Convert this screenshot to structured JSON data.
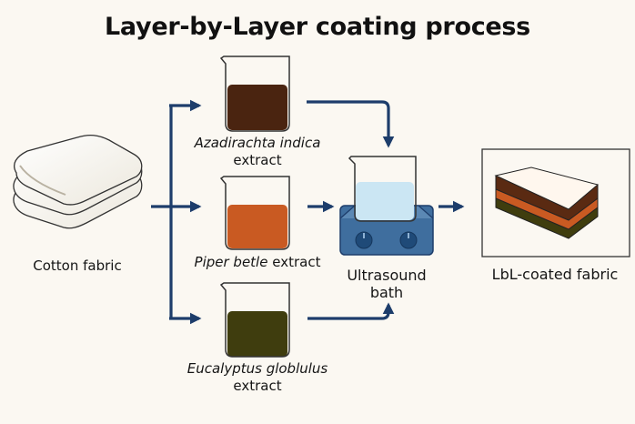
{
  "title": "Layer-by-Layer coating process",
  "nodes": {
    "cotton": {
      "label": "Cotton fabric",
      "icon": "folded-fabric-stack-icon"
    },
    "azadirachta": {
      "name": "Azadirachta indica",
      "suffix": "extract",
      "icon": "beaker-icon",
      "liquid_color": "#4a2410"
    },
    "piper": {
      "name": "Piper betle",
      "suffix": "extract",
      "icon": "beaker-icon",
      "liquid_color": "#c95a22"
    },
    "eucalyptus": {
      "name": "Eucalyptus globlulus",
      "suffix": "extract",
      "icon": "beaker-icon",
      "liquid_color": "#3f3d0e"
    },
    "ultrasound": {
      "line1": "Ultrasound",
      "line2": "bath",
      "icon": "ultrasound-bath-icon"
    },
    "coated": {
      "label": "LbL-coated fabric",
      "icon": "layered-fabric-icon"
    }
  },
  "colors": {
    "arrow": "#1d3d6b",
    "background": "#fbf8f2"
  }
}
